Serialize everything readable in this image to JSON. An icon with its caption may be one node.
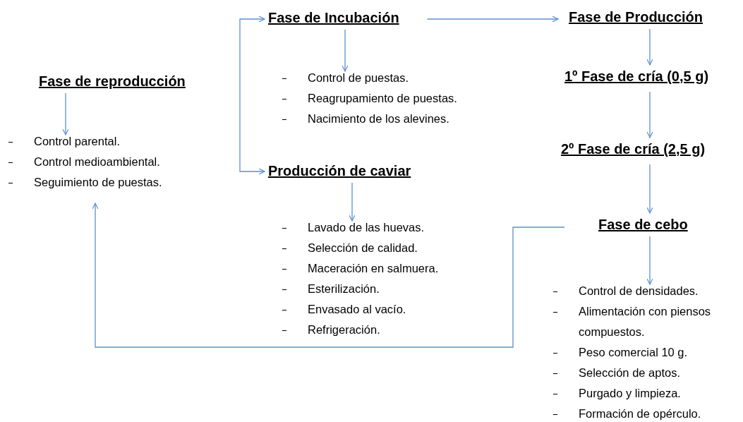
{
  "diagram": {
    "nodes": [
      {
        "text": [
          "Fase de reproducción"
        ]
      },
      {
        "text": [
          "Control parental.",
          "Control medioambiental.",
          "Seguimiento de puestas."
        ]
      },
      {
        "text": [
          "Fase de Incubación"
        ]
      },
      {
        "text": [
          "Control de puestas.",
          "Reagrupamiento de puestas.",
          "Nacimiento de los alevines."
        ]
      },
      {
        "text": [
          "Producción de caviar"
        ]
      },
      {
        "text": [
          "Lavado de las huevas.",
          "Selección de calidad.",
          "Maceración en salmuera.",
          "Esterilización.",
          "Envasado al vacío.",
          "Refrigeración."
        ]
      },
      {
        "text": [
          "Fase de Producción"
        ]
      },
      {
        "text": [
          "1º Fase de cría (0,5 g)"
        ]
      },
      {
        "text": [
          "2º Fase de cría (2,5 g)"
        ]
      },
      {
        "text": [
          "Fase de cebo"
        ]
      },
      {
        "text": [
          "Control de densidades.",
          "Alimentación con piensos compuestos.",
          "Peso comercial 10 g.",
          "Selección de aptos.",
          "Purgado y limpieza.",
          "Formación de opérculo."
        ]
      }
    ],
    "edges": [
      {
        "from": 0,
        "to": 1,
        "arrow": "to"
      },
      {
        "from": null,
        "to": 2,
        "arrow": "to"
      },
      {
        "from": null,
        "to": 4,
        "arrow": "to"
      },
      {
        "from": 2,
        "to": 3,
        "arrow": "to"
      },
      {
        "from": 4,
        "to": 5,
        "arrow": "to"
      },
      {
        "from": 2,
        "to": 6,
        "arrow": "to"
      },
      {
        "from": 6,
        "to": 7,
        "arrow": "to"
      },
      {
        "from": 7,
        "to": 8,
        "arrow": "to"
      },
      {
        "from": 8,
        "to": 9,
        "arrow": "to"
      },
      {
        "from": 9,
        "to": 10,
        "arrow": "to"
      },
      {
        "from": 9,
        "to": 1,
        "arrow": "to"
      }
    ]
  }
}
